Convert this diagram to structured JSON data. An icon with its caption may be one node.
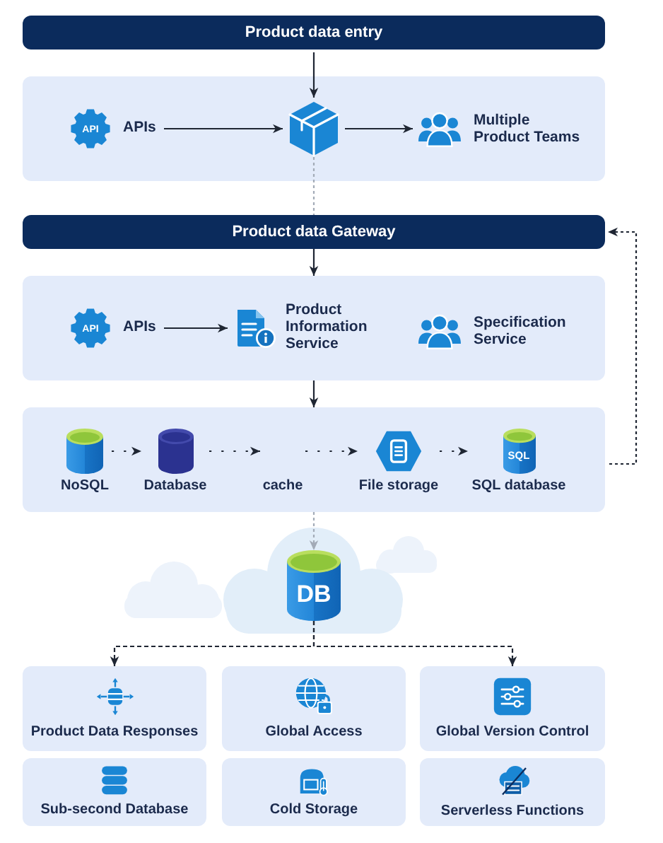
{
  "diagram": {
    "nodes": [
      {
        "text": [
          "Product data entry"
        ]
      },
      {
        "text": [],
        "shape": "box"
      },
      {
        "text": [
          "API",
          "APIs"
        ],
        "in": 1
      },
      {
        "text": [],
        "shape": "picture",
        "in": 1
      },
      {
        "text": [
          "Multiple Product Teams"
        ],
        "in": 1
      },
      {
        "text": [
          "Product data Gateway"
        ]
      },
      {
        "text": [],
        "shape": "box"
      },
      {
        "text": [
          "API",
          "APIs"
        ],
        "in": 6
      },
      {
        "text": [
          "Product Information Service"
        ],
        "in": 6
      },
      {
        "text": [
          "Specification Service"
        ],
        "in": 6
      },
      {
        "text": [],
        "shape": "box"
      },
      {
        "text": [
          "NoSQL"
        ],
        "in": 10
      },
      {
        "text": [
          "Database"
        ],
        "in": 10
      },
      {
        "text": [
          "cache"
        ],
        "in": 10
      },
      {
        "text": [
          "File storage"
        ],
        "in": 10
      },
      {
        "text": [
          "SQL",
          "SQL database"
        ],
        "in": 10
      },
      {
        "text": [
          "DB"
        ]
      },
      {
        "text": [
          "Product Data Responses"
        ]
      },
      {
        "text": [
          "Global Access"
        ]
      },
      {
        "text": [
          "Global Version Control"
        ]
      },
      {
        "text": [
          "Sub-second Database"
        ]
      },
      {
        "text": [
          "Cold Storage"
        ]
      },
      {
        "text": [
          "Serverless Functions"
        ]
      }
    ],
    "edges": [
      {
        "from": 0,
        "to": 3,
        "arrow": "to"
      },
      {
        "from": 2,
        "to": 3,
        "arrow": "to"
      },
      {
        "from": 3,
        "to": 4,
        "arrow": "to"
      },
      {
        "from": 3,
        "to": 5,
        "arrow": "none",
        "style": "dashed",
        "color": "#a3abb7"
      },
      {
        "from": 5,
        "to": 6,
        "arrow": "to"
      },
      {
        "from": 7,
        "to": 8,
        "arrow": "to"
      },
      {
        "from": 6,
        "to": 10,
        "arrow": "to"
      },
      {
        "from": 11,
        "to": 12,
        "arrow": "to",
        "style": "dashed"
      },
      {
        "from": 12,
        "to": 13,
        "arrow": "to",
        "style": "dashed"
      },
      {
        "from": 13,
        "to": 14,
        "arrow": "to",
        "style": "dashed"
      },
      {
        "from": 14,
        "to": 15,
        "arrow": "to",
        "style": "dashed"
      },
      {
        "from": 10,
        "to": 5,
        "arrow": "to",
        "style": "dashed"
      },
      {
        "from": 10,
        "to": 16,
        "arrow": "to",
        "style": "dashed",
        "color": "#a3abb7"
      },
      {
        "from": 16,
        "to": 17,
        "arrow": "to",
        "style": "dashed"
      },
      {
        "from": 16,
        "to": 19,
        "arrow": "to",
        "style": "dashed"
      }
    ]
  }
}
